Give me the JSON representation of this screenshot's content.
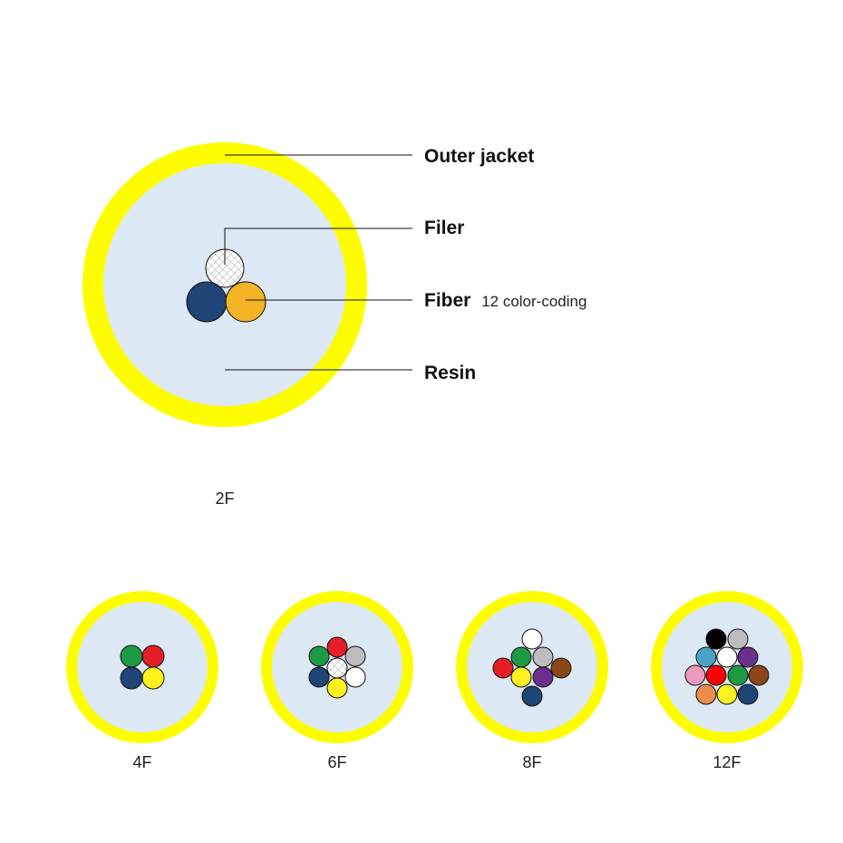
{
  "colors": {
    "jacket": "#fdfd00",
    "resin": "#dce8f3",
    "outline": "#111111"
  },
  "labels": {
    "outer_jacket": "Outer jacket",
    "filer": "Filer",
    "fiber": "Fiber",
    "fiber_note": "12 color-coding",
    "resin": "Resin"
  },
  "cables": [
    {
      "caption": "2F",
      "fibers": [
        "filler",
        "blue",
        "orange"
      ]
    },
    {
      "caption": "4F",
      "fibers": [
        "green",
        "red",
        "blue",
        "yellow"
      ]
    },
    {
      "caption": "6F",
      "fibers": [
        "filler",
        "red",
        "gray",
        "white",
        "yellow",
        "blue",
        "green"
      ]
    },
    {
      "caption": "8F",
      "fibers": [
        "white",
        "green",
        "gray",
        "red",
        "brown",
        "yellow",
        "violet",
        "blue"
      ]
    },
    {
      "caption": "12F",
      "fibers": [
        "black",
        "gray",
        "aqua",
        "white",
        "violet",
        "rose",
        "red",
        "green",
        "brown",
        "orange",
        "yellow",
        "blue"
      ]
    }
  ],
  "fiber_colors": {
    "blue": "#1f4576",
    "orange": "#f4b425",
    "green": "#1e9a45",
    "red": "#e41f26",
    "yellow": "#fdf21d",
    "white": "#ffffff",
    "gray": "#bdbdbd",
    "brown": "#8b4718",
    "violet": "#6b2f8e",
    "black": "#000000",
    "aqua": "#4aa3c7",
    "rose": "#ec9abd",
    "orange12": "#ea8e4a"
  }
}
